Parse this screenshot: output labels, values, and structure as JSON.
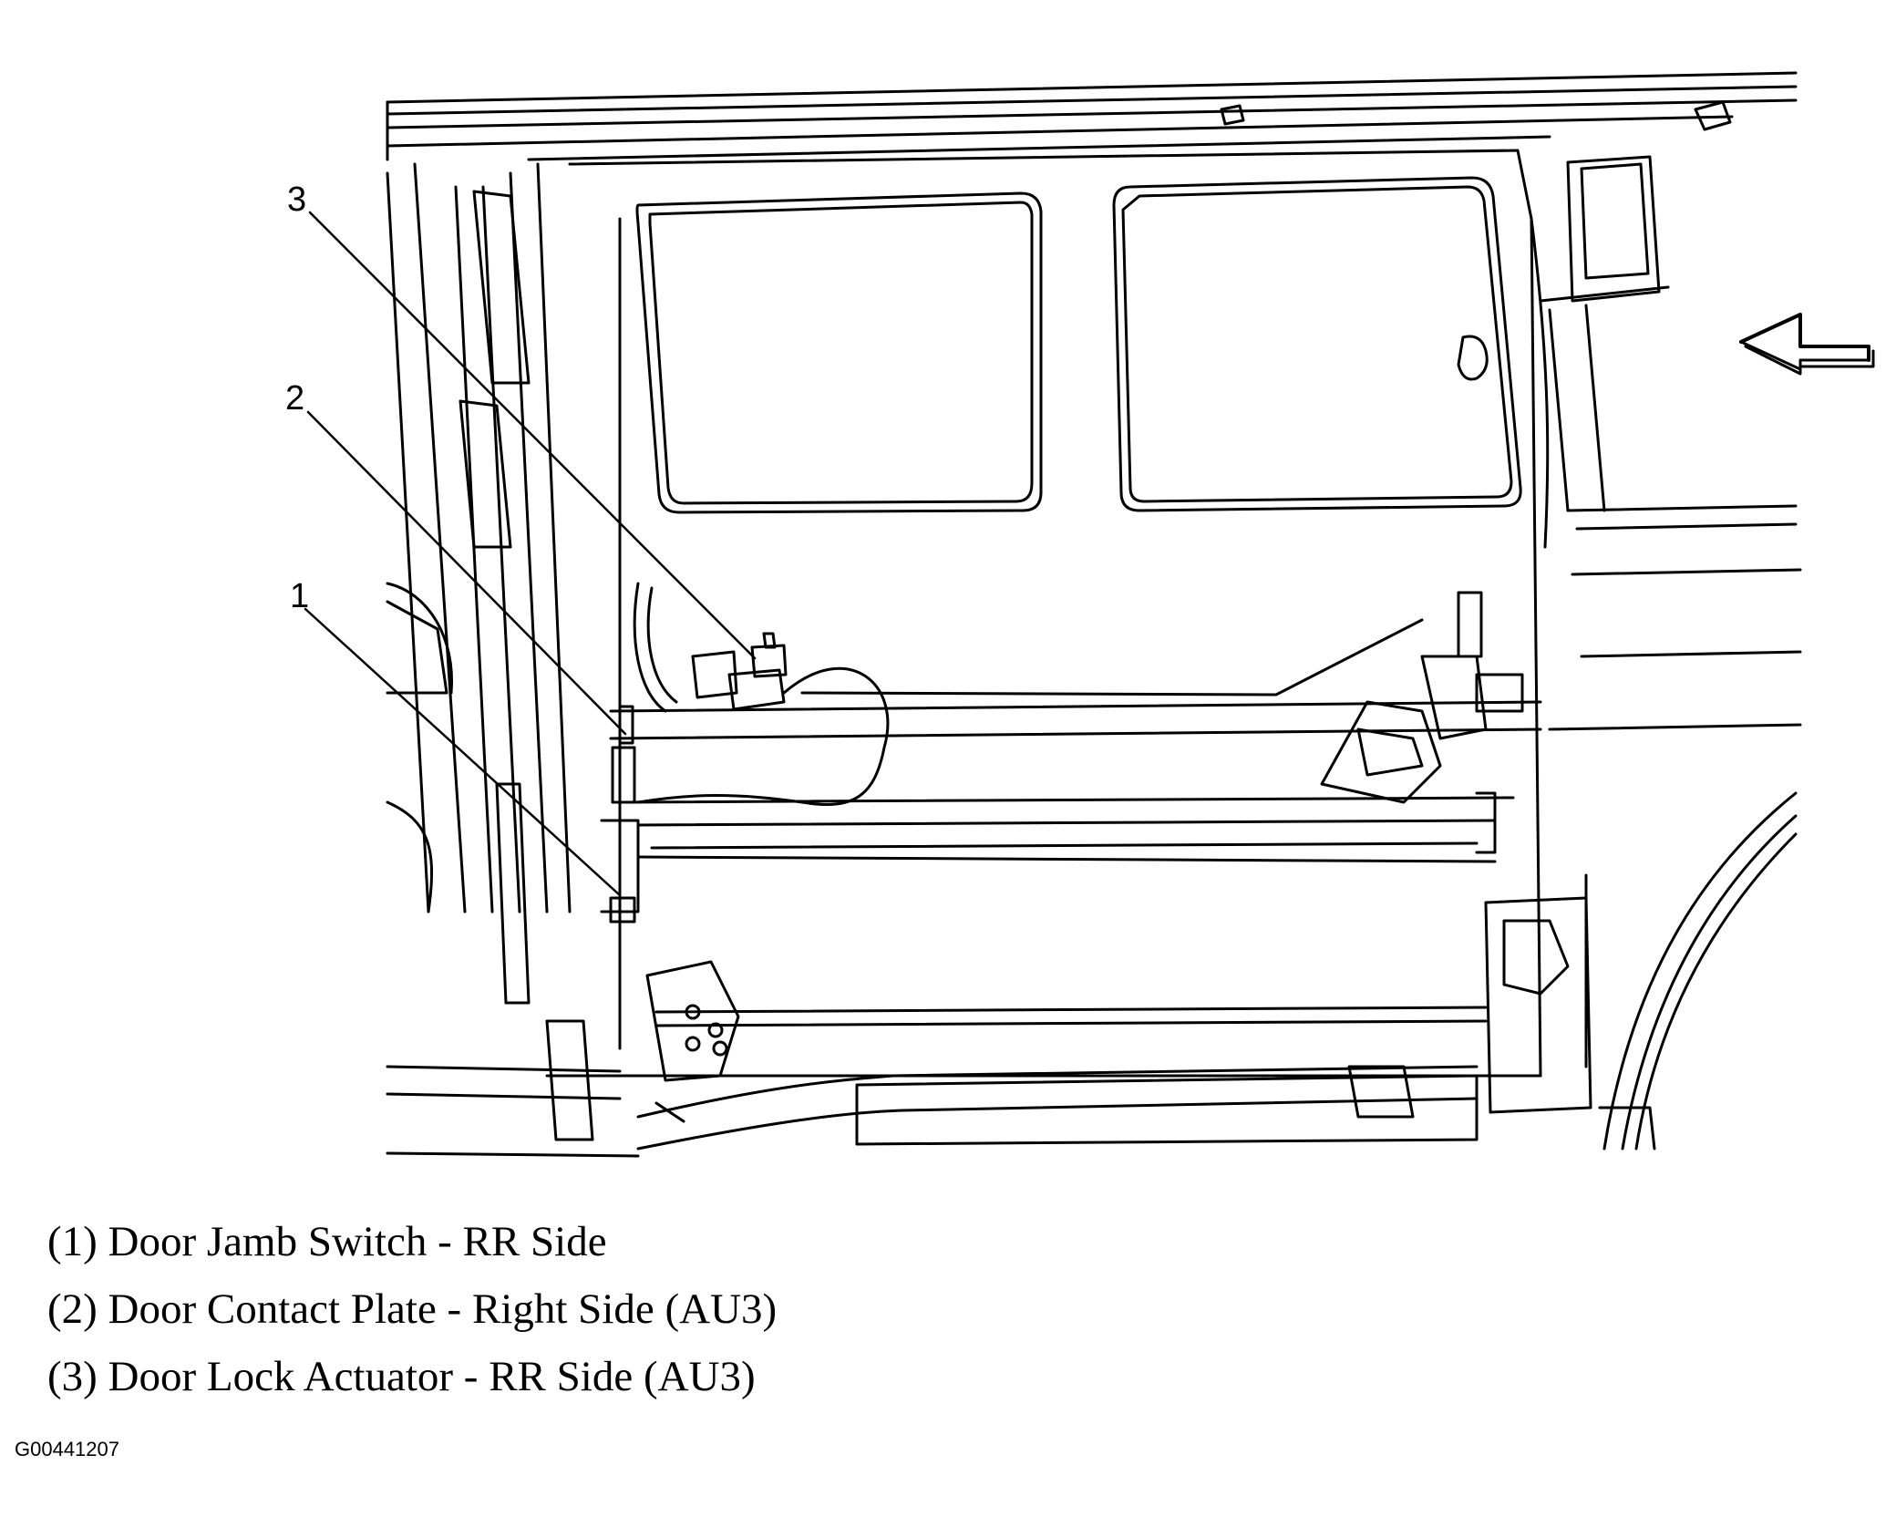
{
  "callouts": [
    {
      "num": "1",
      "label": "Door Jamb Switch - RR Side"
    },
    {
      "num": "2",
      "label": "Door Contact Plate - Right Side (AU3)"
    },
    {
      "num": "3",
      "label": "Door Lock Actuator - RR Side (AU3)"
    }
  ],
  "legend": [
    "(1) Door Jamb Switch - RR Side",
    "(2) Door Contact Plate - Right Side (AU3)",
    "(3) Door Lock Actuator - RR Side (AU3)"
  ],
  "figure_id": "G00441207",
  "colors": {
    "line": "#000000",
    "background": "#ffffff"
  }
}
